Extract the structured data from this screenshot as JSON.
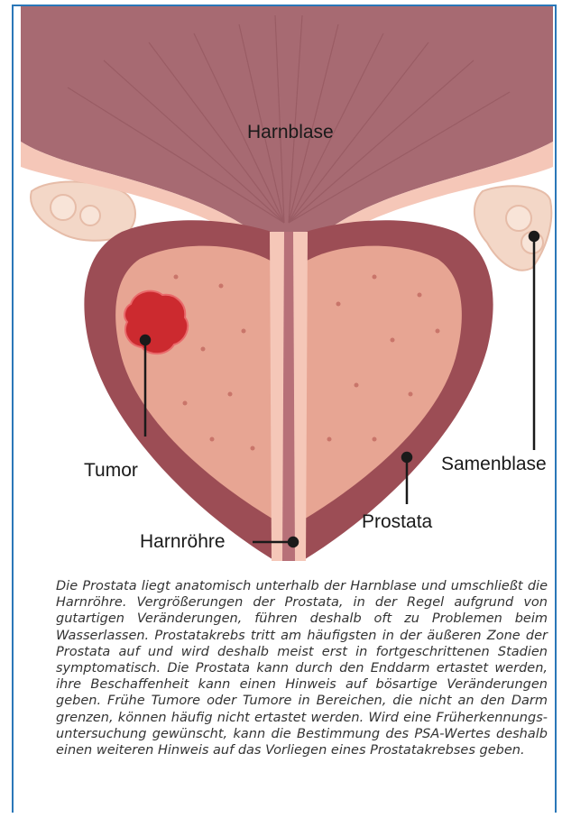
{
  "colors": {
    "frame": "#2a77b8",
    "bladder": "#a76a72",
    "bladder_wall": "#f5c7b8",
    "prostata_outer": "#9c4d55",
    "prostata_inner": "#e7a593",
    "urethra": "#b77078",
    "tumor": "#cc2a2f",
    "samenblase": "#f3d7c7",
    "pointer": "#1a1a1a"
  },
  "labels": {
    "harnblase": "Harnblase",
    "tumor": "Tumor",
    "samenblase": "Samenblase",
    "prostata": "Prostata",
    "harnroehre": "Harnröhre"
  },
  "caption": "Die Prostata liegt anatomisch unterhalb der Harnblase und umschließt die Harnröhre. Vergrößerungen der Prostata, in der Regel aufgrund von gutartigen Veränderungen, führen deshalb oft zu Problemen beim Wasserlassen. Prostatakrebs tritt am häufigsten in der äußeren Zone der Prostata auf und wird deshalb meist erst in fortgeschrittenen Stadien symptomatisch. Die Prostata kann durch den Enddarm ertastet werden, ihre Beschaffenheit kann einen Hinweis auf bösartige Veränderungen geben. Frühe Tumore oder Tumore in Bereichen, die nicht an den Darm grenzen, können häufig nicht ertastet werden. Wird eine Früherkennungs-untersuchung gewünscht, kann die Bestimmung des PSA-Wertes deshalb einen weiteren Hinweis auf das Vorliegen eines Prostatakrebses geben."
}
